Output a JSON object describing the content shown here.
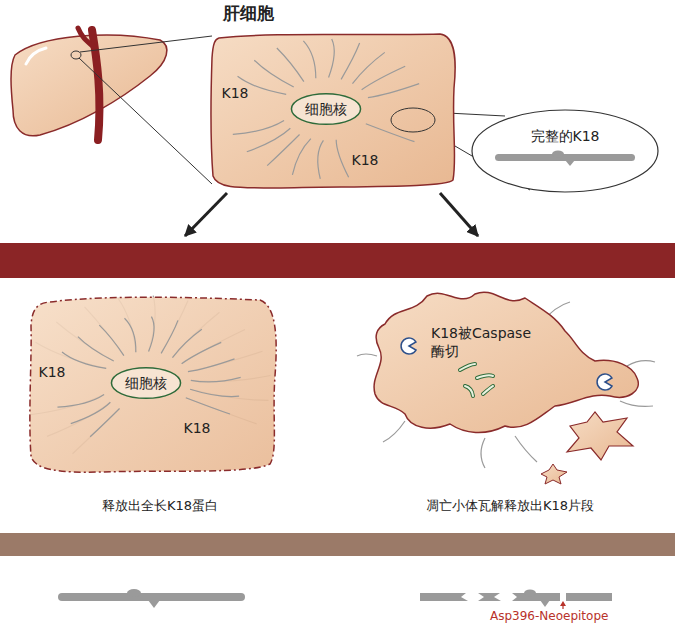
{
  "diagram": {
    "title": "肝细胞",
    "nodes": [
      {
        "text": [
          "K18",
          "K18"
        ]
      },
      {
        "text": [
          "细胞核"
        ],
        "in": 0
      },
      {
        "text": [
          "完整的K18"
        ]
      },
      {
        "text": [
          "K18",
          "K18",
          "释放出全长K18蛋白"
        ]
      },
      {
        "text": [
          "细胞核"
        ],
        "in": 3
      },
      {
        "text": [
          "K18被Caspase酶切",
          "凋亡小体瓦解释放出K18片段"
        ]
      }
    ],
    "edges": [
      {
        "from": 0,
        "to": 3,
        "arrow": "to"
      },
      {
        "from": 0,
        "to": 5,
        "arrow": "to"
      }
    ],
    "labels": [
      "Asp396-Neoepitope"
    ]
  }
}
